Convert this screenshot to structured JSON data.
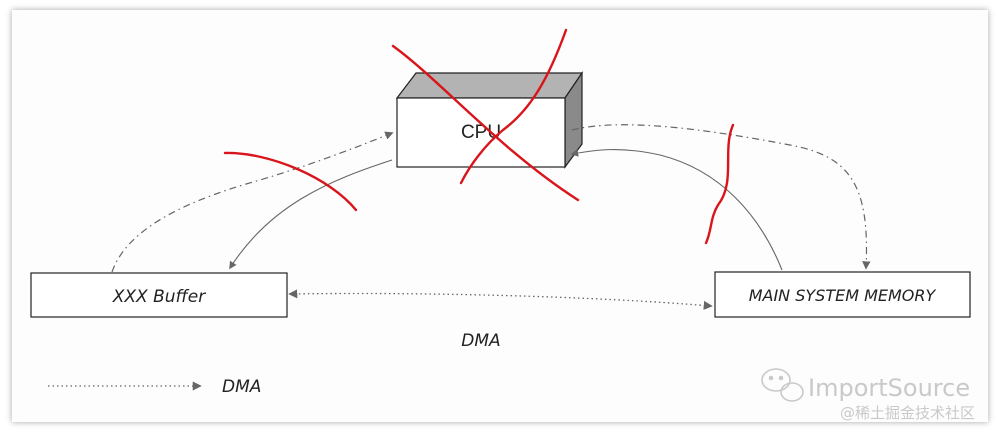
{
  "diagram": {
    "cpu_label": "CPU",
    "buffer_label": "XXX Buffer",
    "memory_label": "MAIN SYSTEM MEMORY",
    "dma_label": "DMA",
    "legend": {
      "label": "DMA"
    }
  },
  "watermark": {
    "brand": "ImportSource",
    "sub": "@稀土掘金技术社区"
  },
  "colors": {
    "line": "#666666",
    "box_stroke": "#222222",
    "cpu_top": "#b3b3b3",
    "cpu_side": "#8a8a8a",
    "cross": "#d9151b"
  }
}
